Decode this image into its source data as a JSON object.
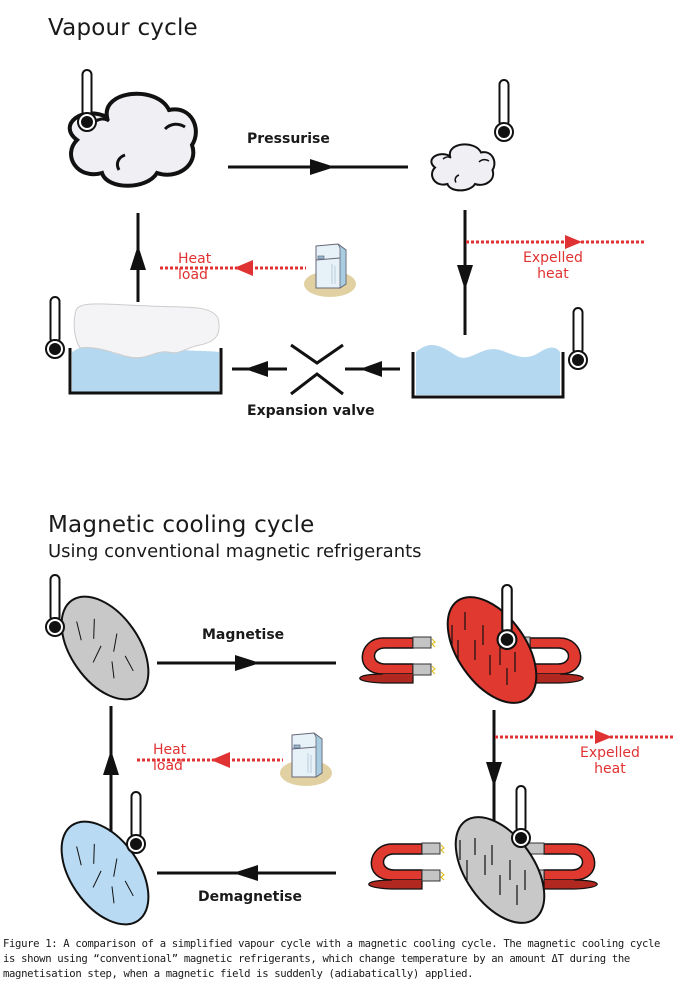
{
  "vapour_cycle": {
    "title": "Vapour cycle",
    "steps": {
      "pressurise": "Pressurise",
      "expansion_valve": "Expansion valve"
    },
    "heat_load": [
      "Heat",
      "load"
    ],
    "expelled_heat": [
      "Expelled",
      "heat"
    ]
  },
  "magnetic_cycle": {
    "title": "Magnetic cooling cycle",
    "subtitle": "Using conventional magnetic refrigerants",
    "steps": {
      "magnetise": "Magnetise",
      "demagnetise": "Demagnetise"
    },
    "heat_load": [
      "Heat",
      "load"
    ],
    "expelled_heat": [
      "Expelled",
      "heat"
    ]
  },
  "caption": [
    "Figure 1: A comparison of a simplified vapour cycle with a magnetic cooling cycle. The magnetic cooling cycle",
    "is shown using “conventional” magnetic refrigerants, which change temperature by an amount ΔT during the",
    "magnetisation step, when a magnetic field is suddenly (adiabatically) applied."
  ],
  "colors": {
    "heat_red": "#e03232",
    "liquid_blue": "#b4d8f0",
    "magnet_red": "#e03a30",
    "refrigerant_grey": "#c8c8c8",
    "refrigerant_cold_blue": "#b8daf2",
    "vapour_white": "#f0f0f4"
  }
}
